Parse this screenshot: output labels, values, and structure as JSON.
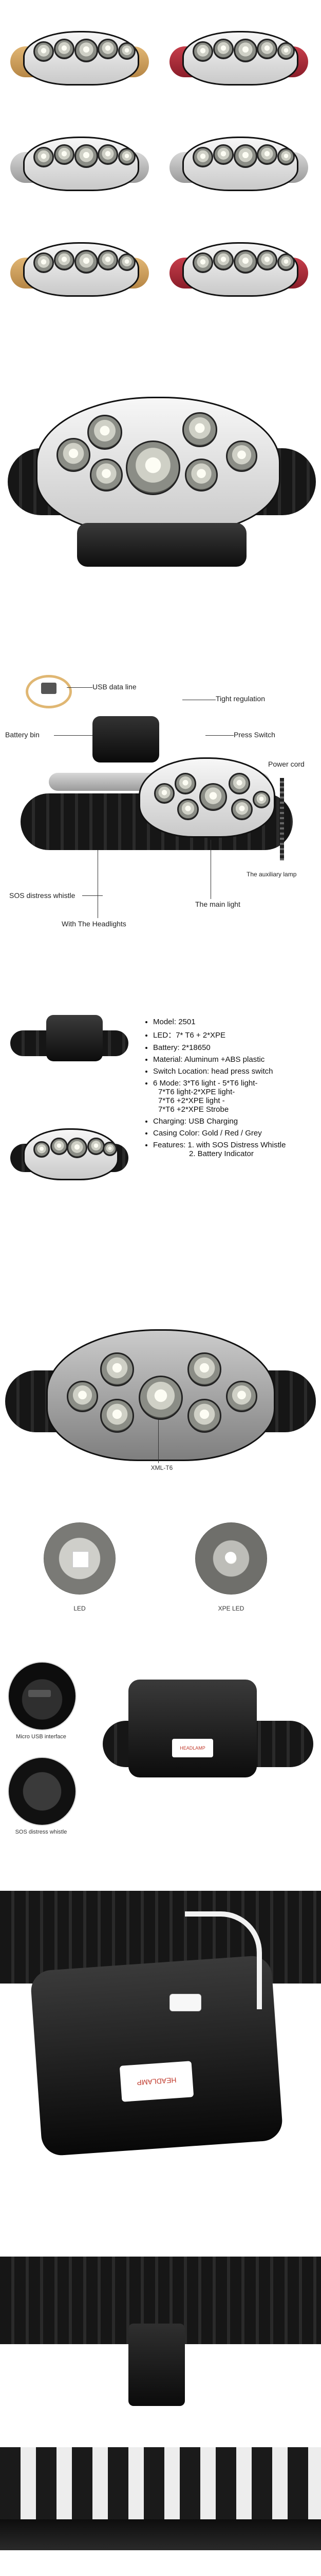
{
  "diagram": {
    "usb_data_line": "USB data line",
    "tight_regulation": "Tight regulation",
    "battery_bin": "Battery bin",
    "press_switch": "Press Switch",
    "power_cord": "Power cord",
    "the_auxiliary_lamp": "The auxiliary lamp",
    "sos_distress_whistle": "SOS distress whistle",
    "the_main_light": "The main light",
    "with_the_headlights": "With The Headlights"
  },
  "specs": [
    {
      "label": "Model:",
      "value": "2501"
    },
    {
      "label": "LED：",
      "value": "7* T6 + 2*XPE"
    },
    {
      "label": "Battery:",
      "value": "2*18650"
    },
    {
      "label": "Material:",
      "value": "Aluminum +ABS plastic"
    },
    {
      "label": "Switch Location:",
      "value": "head press switch"
    },
    {
      "label": "6 Mode:",
      "value": "3*T6 light - 5*T6 light-",
      "cont": [
        "7*T6 light-2*XPE light-",
        "7*T6 +2*XPE light -",
        "7*T6 +2*XPE Strobe"
      ]
    },
    {
      "label": "Charging:",
      "value": "USB Charging"
    },
    {
      "label": "Casing Color:",
      "value": "Gold / Red / Grey"
    },
    {
      "label": "Features:",
      "value": "1. with SOS Distress Whistle",
      "cont": [
        "2. Battery Indicator"
      ]
    }
  ],
  "led_label": "XML-T6",
  "lens_captions": {
    "left": "LED",
    "right": "XPE LED"
  },
  "interface_captions": {
    "micro_usb": "Micro USB interface",
    "sos": "SOS distress whistle"
  },
  "brand_text": "HEADLAMP",
  "colors": {
    "strap_gold": "#c89a58",
    "strap_red": "#b22a37",
    "strap_silver": "#bdbdbd",
    "strap_black": "#1b1b1b"
  }
}
